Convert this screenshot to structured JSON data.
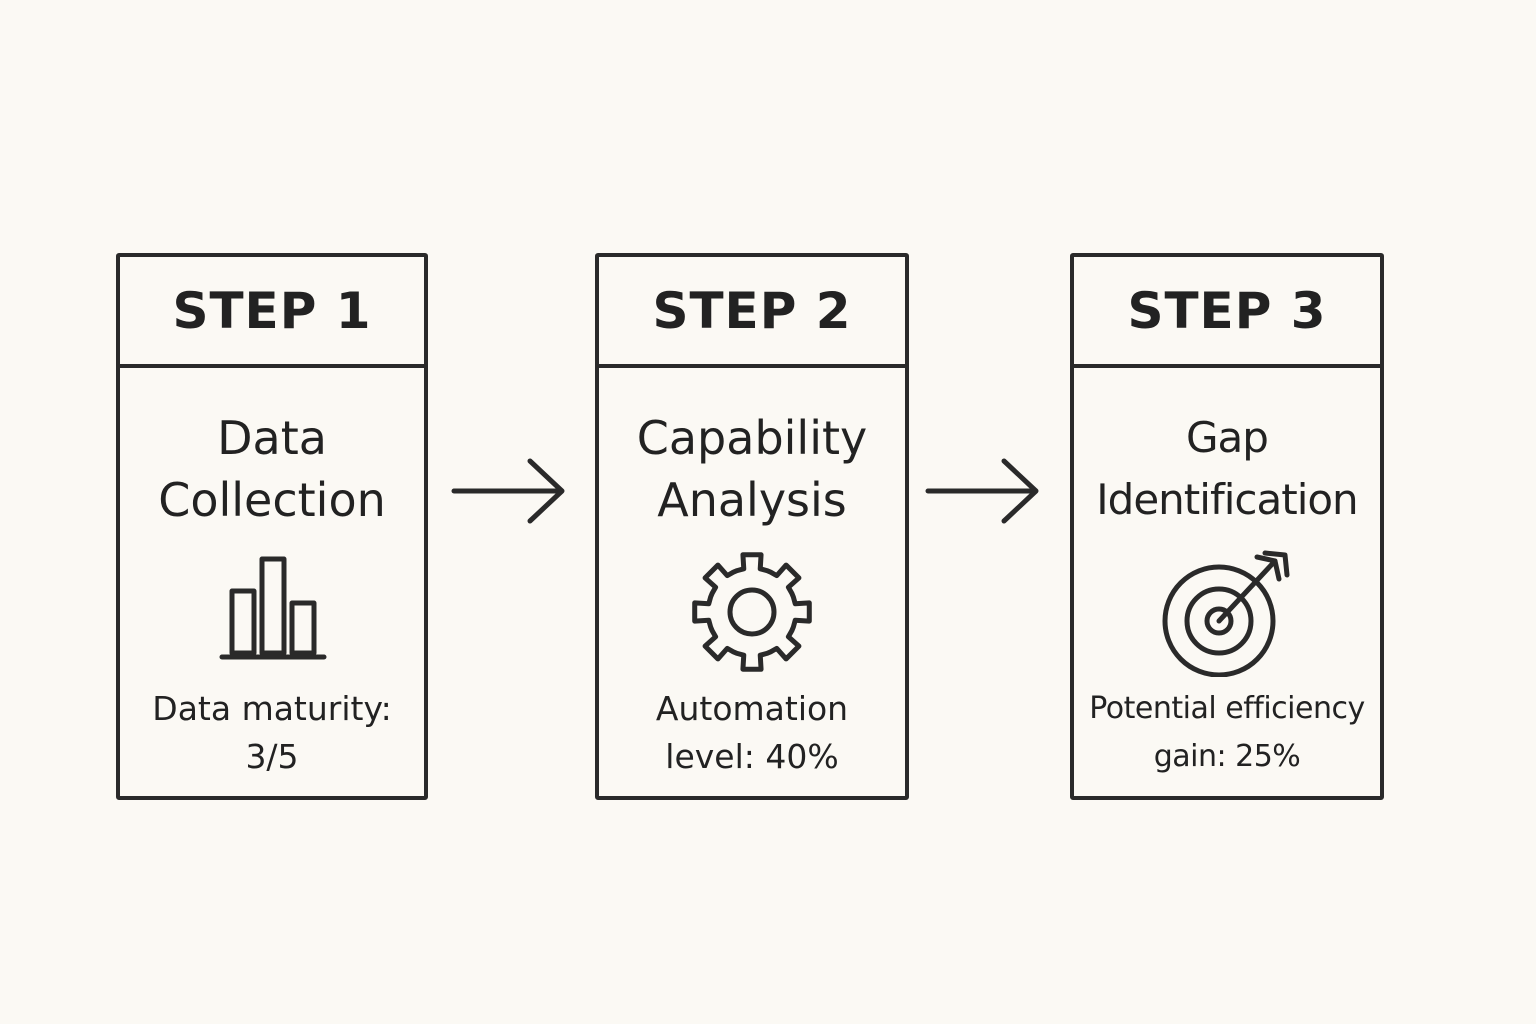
{
  "steps": [
    {
      "label": "STEP 1",
      "title_line1": "Data",
      "title_line2": "Collection",
      "icon": "bar-chart-icon",
      "metric_line1": "Data maturity:",
      "metric_line2": "3/5"
    },
    {
      "label": "STEP 2",
      "title_line1": "Capability",
      "title_line2": "Analysis",
      "icon": "gear-icon",
      "metric_line1": "Automation",
      "metric_line2": "level: 40%"
    },
    {
      "label": "STEP 3",
      "title_line1": "Gap",
      "title_line2": "Identification",
      "icon": "target-arrow-icon",
      "metric_line1": "Potential efficiency",
      "metric_line2": "gain: 25%"
    }
  ],
  "colors": {
    "background": "#fbf9f4",
    "ink": "#2a2a2a"
  }
}
